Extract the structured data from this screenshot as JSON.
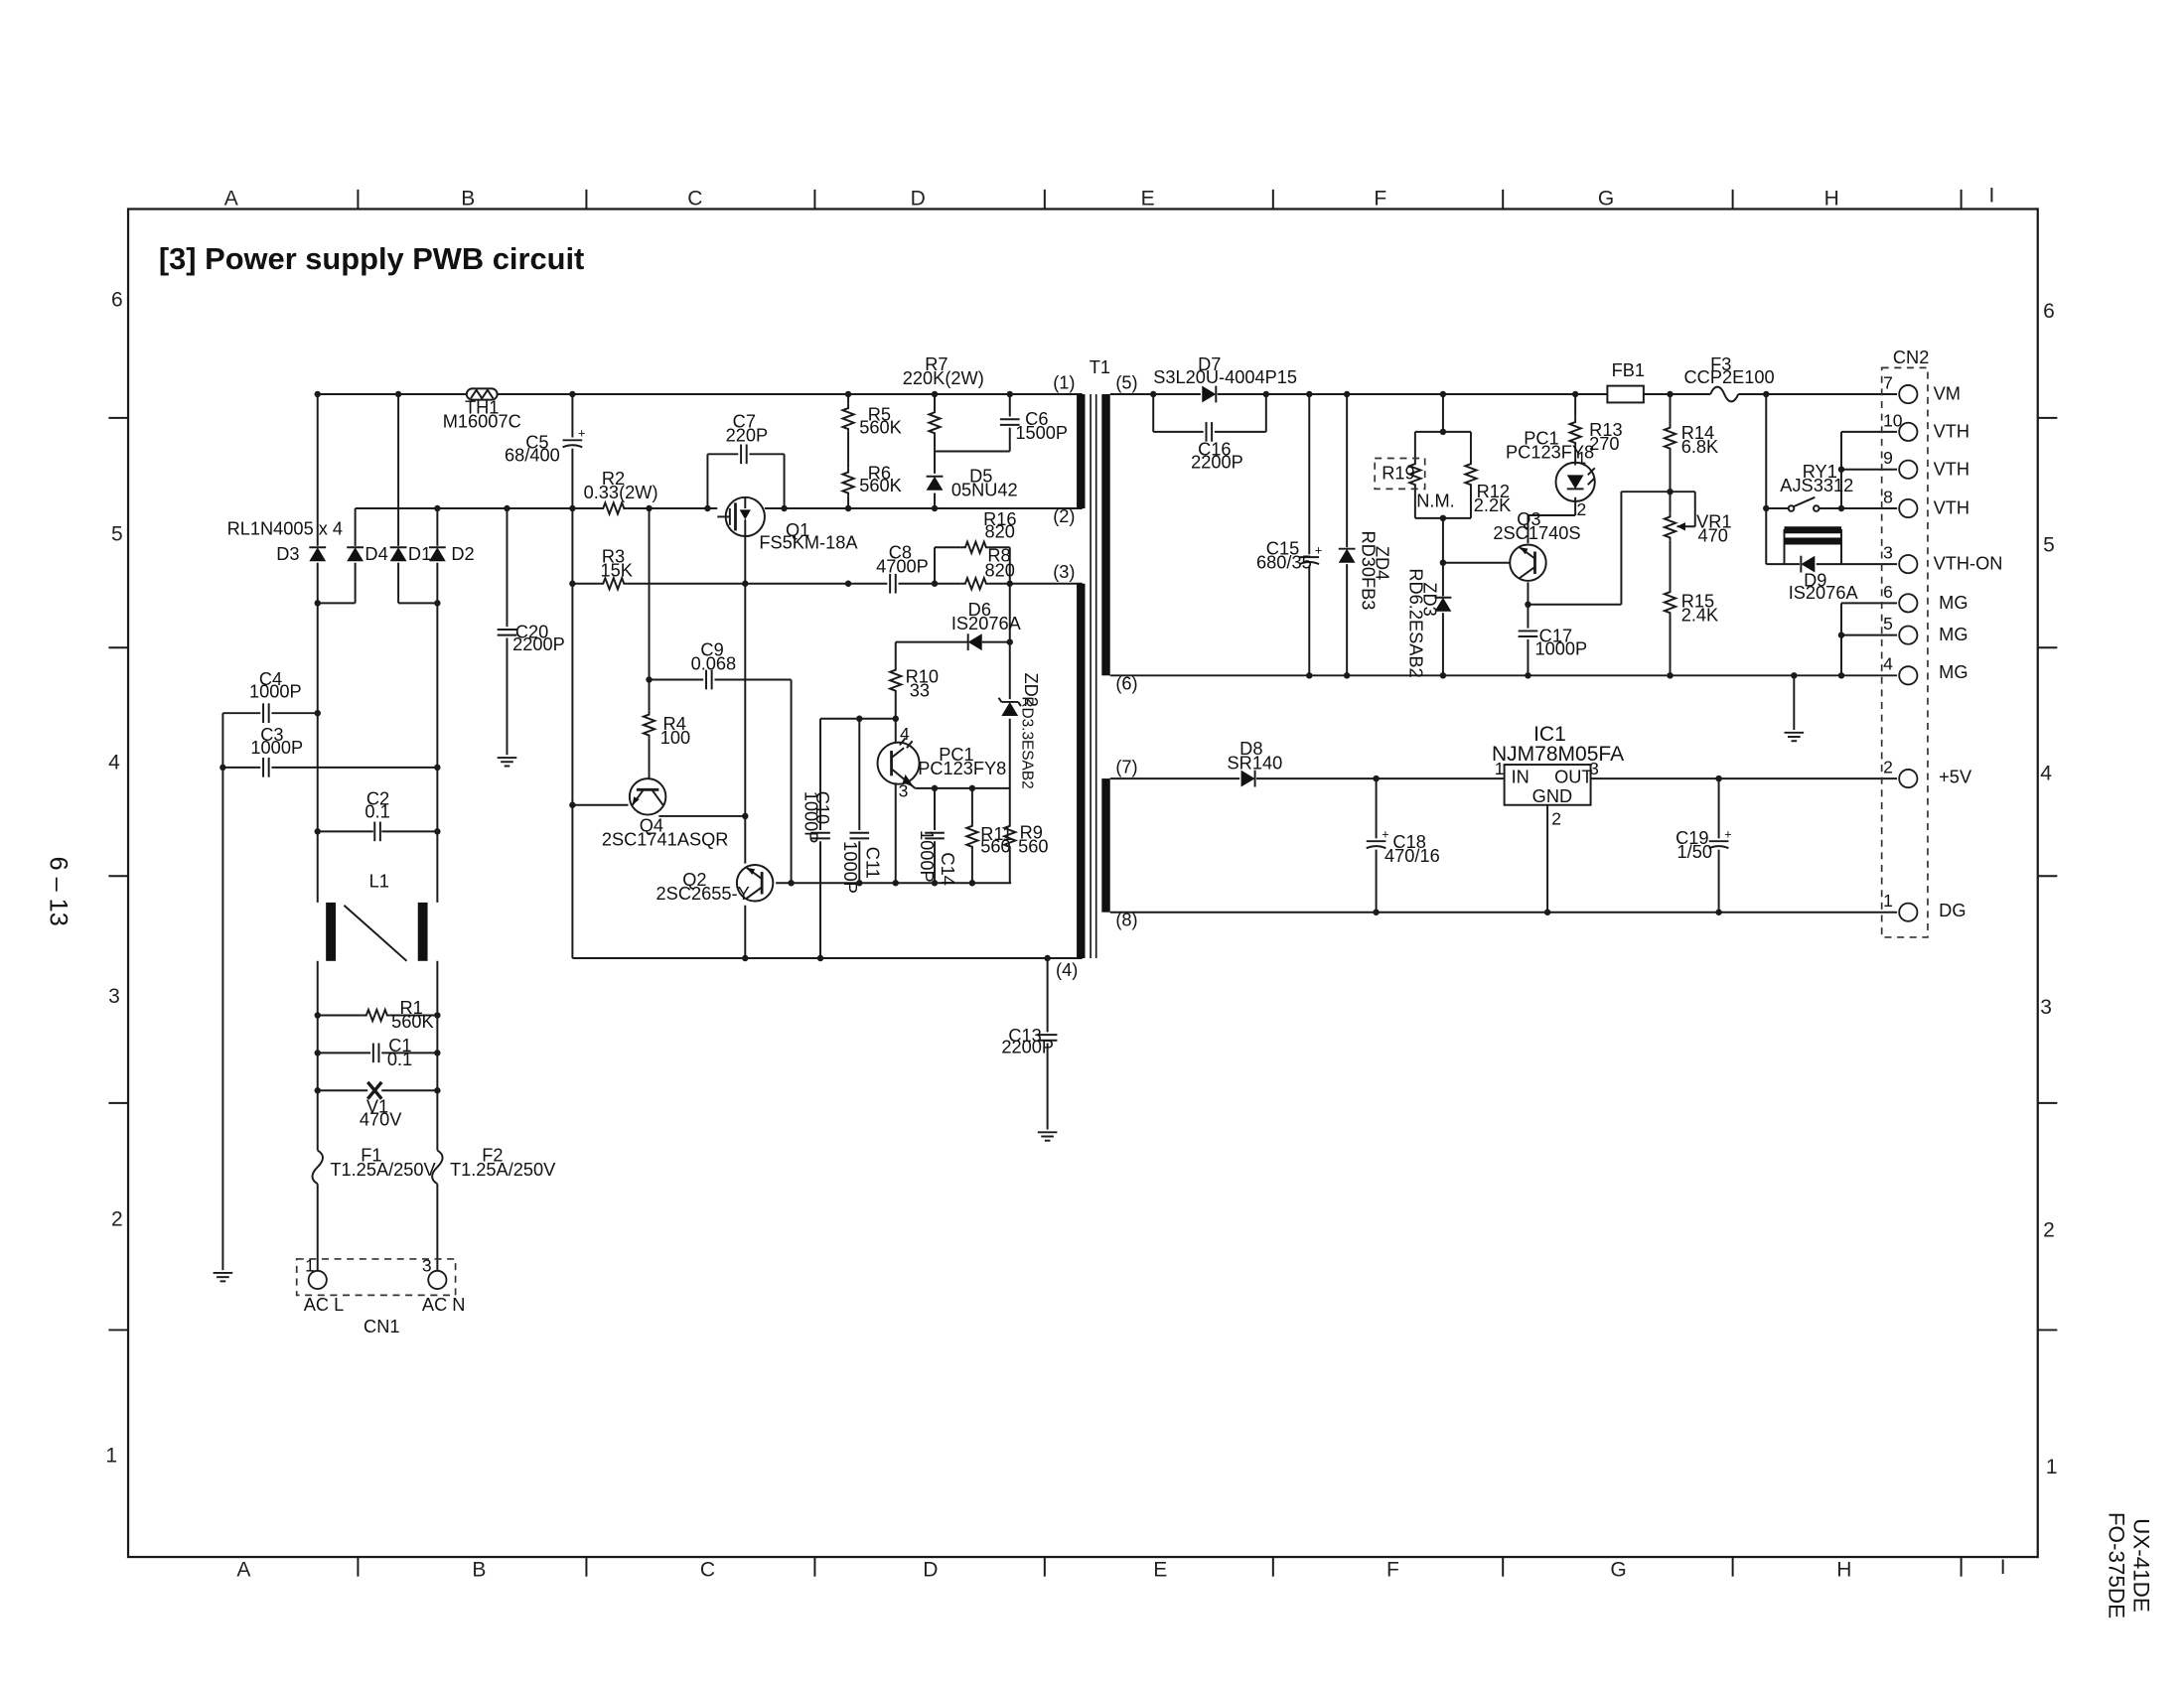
{
  "title": "[3] Power supply PWB circuit",
  "page_number": "6 – 13",
  "model_numbers": [
    "UX-41DE",
    "FO-375DE"
  ],
  "zones": {
    "columns_top": [
      "A",
      "B",
      "C",
      "D",
      "E",
      "F",
      "G",
      "H",
      "I"
    ],
    "columns_bottom": [
      "A",
      "B",
      "C",
      "D",
      "E",
      "F",
      "G",
      "H",
      "I"
    ],
    "rows": [
      "6",
      "5",
      "4",
      "3",
      "2",
      "1"
    ]
  },
  "components": {
    "th1": {
      "ref": "TH1",
      "value": "M16007C"
    },
    "c5": {
      "ref": "C5",
      "value": "68/400"
    },
    "r2": {
      "ref": "R2",
      "value": "0.33(2W)"
    },
    "r3": {
      "ref": "R3",
      "value": "15K"
    },
    "c7": {
      "ref": "C7",
      "value": "220P"
    },
    "q1": {
      "ref": "Q1",
      "value": "FS5KM-18A"
    },
    "r5": {
      "ref": "R5",
      "value": "560K"
    },
    "r6": {
      "ref": "R6",
      "value": "560K"
    },
    "r7": {
      "ref": "R7",
      "value": "220K(2W)"
    },
    "c6": {
      "ref": "C6",
      "value": "1500P"
    },
    "d5": {
      "ref": "D5",
      "value": "05NU42"
    },
    "r16": {
      "ref": "R16",
      "value": "820"
    },
    "r8": {
      "ref": "R8",
      "value": "820"
    },
    "c8": {
      "ref": "C8",
      "value": "4700P"
    },
    "d6": {
      "ref": "D6",
      "value": "IS2076A"
    },
    "r10": {
      "ref": "R10",
      "value": "33"
    },
    "zd2": {
      "ref": "ZD2",
      "value": "RD3.3ESAB2"
    },
    "pc1a": {
      "ref": "PC1",
      "value": "PC123FY8"
    },
    "c9": {
      "ref": "C9",
      "value": "0.068"
    },
    "r4": {
      "ref": "R4",
      "value": "100"
    },
    "q4": {
      "ref": "Q4",
      "value": "2SC1741ASQR"
    },
    "q2": {
      "ref": "Q2",
      "value": "2SC2655-Y"
    },
    "c10": {
      "ref": "C10",
      "value": "1000P"
    },
    "c11": {
      "ref": "C11",
      "value": "1000P"
    },
    "c14": {
      "ref": "C14",
      "value": "1000P"
    },
    "r11": {
      "ref": "R11",
      "value": "560"
    },
    "r9": {
      "ref": "R9",
      "value": "560"
    },
    "c13": {
      "ref": "C13",
      "value": "2200P"
    },
    "bridge": "RL1N4005 x 4",
    "d1": "D1",
    "d2": "D2",
    "d3": "D3",
    "d4": "D4",
    "c20": {
      "ref": "C20",
      "value": "2200P"
    },
    "c4": {
      "ref": "C4",
      "value": "1000P"
    },
    "c3": {
      "ref": "C3",
      "value": "1000P"
    },
    "c2": {
      "ref": "C2",
      "value": "0.1"
    },
    "l1": "L1",
    "r1": {
      "ref": "R1",
      "value": "560K"
    },
    "c1": {
      "ref": "C1",
      "value": "0.1"
    },
    "v1": {
      "ref": "V1",
      "value": "470V"
    },
    "f1": {
      "ref": "F1",
      "value": "T1.25A/250V"
    },
    "f2": {
      "ref": "F2",
      "value": "T1.25A/250V"
    },
    "cn1": {
      "ref": "CN1",
      "pin1": "1",
      "pin3": "3",
      "acl": "AC L",
      "acn": "AC N"
    },
    "t1": "T1",
    "t1_pins": [
      "(1)",
      "(2)",
      "(3)",
      "(4)",
      "(5)",
      "(6)",
      "(7)",
      "(8)"
    ],
    "d7": {
      "ref": "D7",
      "value": "S3L20U-4004P15"
    },
    "c16": {
      "ref": "C16",
      "value": "2200P"
    },
    "c15": {
      "ref": "C15",
      "value": "680/35"
    },
    "zd4": {
      "ref": "ZD4",
      "value": "RD30FB3"
    },
    "r19": {
      "ref": "R19",
      "value": "N.M."
    },
    "r12": {
      "ref": "R12",
      "value": "2.2K"
    },
    "zd3": {
      "ref": "ZD3",
      "value": "RD6.2ESAB2"
    },
    "pc1b": {
      "ref": "PC1",
      "value": "PC123FY8",
      "pin1": "1",
      "pin2": "2"
    },
    "r13": {
      "ref": "R13",
      "value": "270"
    },
    "q3": {
      "ref": "Q3",
      "value": "2SC1740S"
    },
    "c17": {
      "ref": "C17",
      "value": "1000P"
    },
    "fb1": "FB1",
    "f3": {
      "ref": "F3",
      "value": "CCP2E100"
    },
    "r14": {
      "ref": "R14",
      "value": "6.8K"
    },
    "vr1": {
      "ref": "VR1",
      "value": "470"
    },
    "r15": {
      "ref": "R15",
      "value": "2.4K"
    },
    "ry1": {
      "ref": "RY1",
      "value": "AJS3312"
    },
    "d9": {
      "ref": "D9",
      "value": "IS2076A"
    },
    "d8": {
      "ref": "D8",
      "value": "SR140"
    },
    "ic1": {
      "ref": "IC1",
      "value": "NJM78M05FA",
      "in": "IN",
      "out": "OUT",
      "gnd": "GND",
      "pin1": "1",
      "pin2": "2",
      "pin3": "3"
    },
    "c18": {
      "ref": "C18",
      "value": "470/16"
    },
    "c19": {
      "ref": "C19",
      "value": "1/50"
    },
    "cn2": "CN2"
  },
  "cn2_pins": [
    {
      "num": "7",
      "signal": "VM"
    },
    {
      "num": "10",
      "signal": "VTH"
    },
    {
      "num": "9",
      "signal": "VTH"
    },
    {
      "num": "8",
      "signal": "VTH"
    },
    {
      "num": "3",
      "signal": "VTH-ON"
    },
    {
      "num": "6",
      "signal": "MG"
    },
    {
      "num": "5",
      "signal": "MG"
    },
    {
      "num": "4",
      "signal": "MG"
    },
    {
      "num": "2",
      "signal": "+5V"
    },
    {
      "num": "1",
      "signal": "DG"
    }
  ],
  "colors": {
    "ink": "#1a1a1a",
    "background": "#ffffff"
  }
}
